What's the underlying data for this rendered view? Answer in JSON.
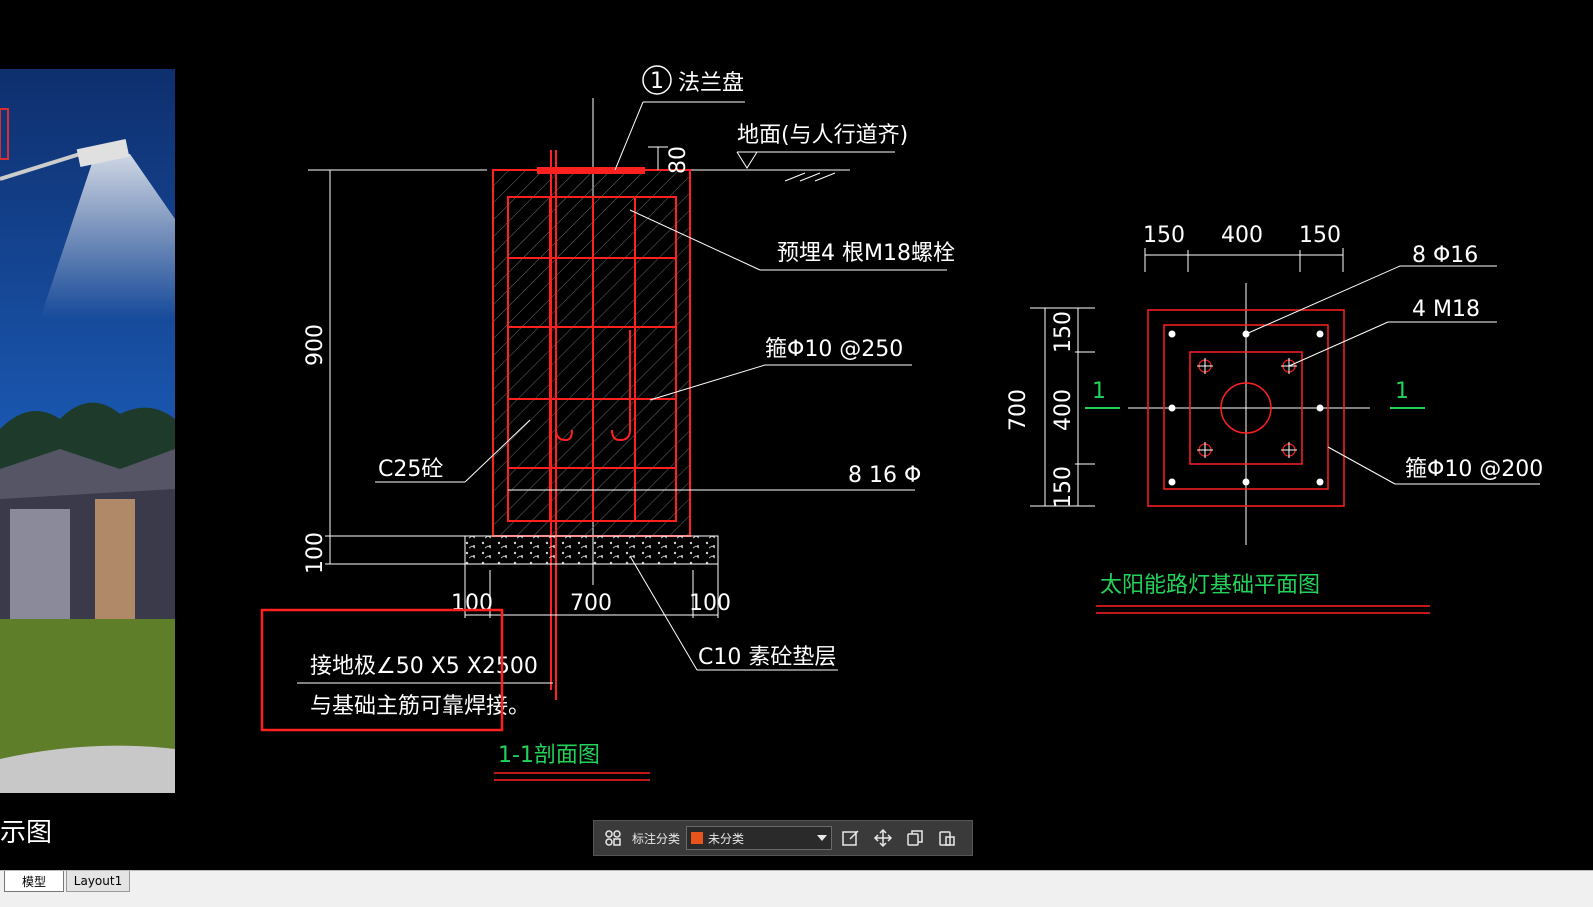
{
  "canvas": {
    "section": {
      "flange_label": "法兰盘",
      "flange_number": "1",
      "ground_label": "地面(与人行道齐)",
      "flange_thickness": "80",
      "bolts_label": "预埋4 根M18螺栓",
      "stirrup_label": "箍Φ10 @250",
      "concrete_label": "C25砼",
      "main_rebar_label": "8 16 Φ",
      "height_dim": "900",
      "pad_dim": "100",
      "width_dim_left": "100",
      "width_dim_mid": "700",
      "width_dim_right": "100",
      "pad_label": "C10 素砼垫层",
      "ground_rod_line1": "接地极∠50 X5 X2500",
      "ground_rod_line2": "与基础主筋可靠焊接。",
      "title": "1-1剖面图"
    },
    "plan": {
      "top_dim_left": "150",
      "top_dim_mid": "400",
      "top_dim_right": "150",
      "rebar_label": "8 Φ16",
      "bolt_label": "4 M18",
      "side_dim_total": "700",
      "side_dim_top": "150",
      "side_dim_mid": "400",
      "side_dim_bottom": "150",
      "section_mark_left": "1",
      "section_mark_right": "1",
      "stirrup_label": "箍Φ10 @200",
      "title": "太阳能路灯基础平面图"
    },
    "photo_caption": "示图"
  },
  "toolbar": {
    "category_label": "标注分类",
    "category_value": "未分类",
    "category_color": "#e8541c"
  },
  "tabs": [
    {
      "label": "模型"
    },
    {
      "label": "Layout1"
    }
  ]
}
